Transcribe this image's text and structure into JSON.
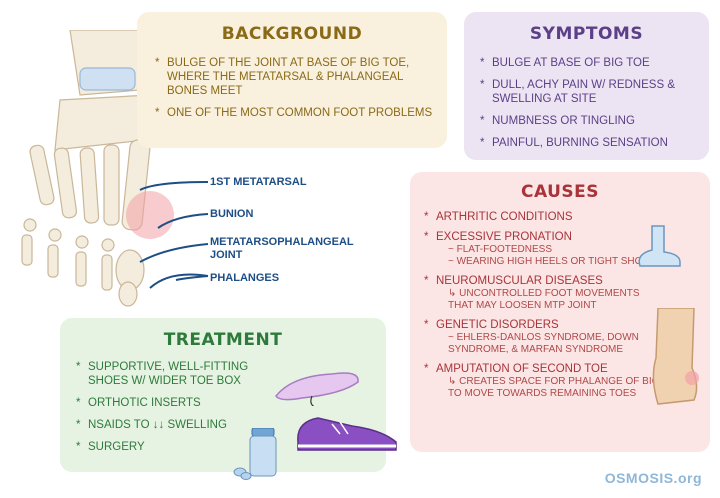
{
  "background": {
    "title": "BACKGROUND",
    "items": [
      "BULGE of the JOINT at BASE of BIG TOE, WHERE the METATARSAL & PHALANGEAL BONES MEET",
      "ONE of the MOST COMMON FOOT PROBLEMS"
    ]
  },
  "symptoms": {
    "title": "SYMPTOMS",
    "items": [
      "BULGE at BASE of BIG TOE",
      "DULL, ACHY PAIN w/ REDNESS & SWELLING at SITE",
      "NUMBNESS or TINGLING",
      "PAINFUL, BURNING SENSATION"
    ]
  },
  "causes": {
    "title": "CAUSES",
    "items": [
      {
        "label": "ARTHRITIC CONDITIONS",
        "sub": []
      },
      {
        "label": "EXCESSIVE PRONATION",
        "sub": [
          "~ FLAT-FOOTEDNESS",
          "~ WEARING HIGH HEELS or TIGHT SHOES"
        ]
      },
      {
        "label": "NEUROMUSCULAR DISEASES",
        "sub": [
          "↳ UNCONTROLLED FOOT MOVEMENTS that MAY LOOSEN MTP JOINT"
        ]
      },
      {
        "label": "GENETIC DISORDERS",
        "sub": [
          "~ EHLERS-DANLOS SYNDROME, DOWN SYNDROME, & MARFAN SYNDROME"
        ]
      },
      {
        "label": "AMPUTATION of SECOND TOE",
        "sub": [
          "↳ CREATES SPACE for PHALANGE of BIG TOE to MOVE TOWARDS REMAINING TOES"
        ]
      }
    ]
  },
  "treatment": {
    "title": "TREATMENT",
    "items": [
      "SUPPORTIVE, WELL-FITTING SHOES w/ WIDER TOE BOX",
      "ORTHOTIC INSERTS",
      "NSAIDs to ↓↓ SWELLING",
      "SURGERY"
    ]
  },
  "foot_labels": {
    "metatarsal": "1st METATARSAL",
    "bunion": "BUNION",
    "mtp_joint": "METATARSOPHALANGEAL JOINT",
    "phalanges": "PHALANGES"
  },
  "logo": "OSMOSIS.org",
  "star": "*",
  "colors": {
    "background_panel": "#f9f1de",
    "symptoms_panel": "#ece4f3",
    "causes_panel": "#fbe6e5",
    "treatment_panel": "#e6f3e2",
    "label_blue": "#1d4e85",
    "shoe_purple": "#8a4fc2"
  },
  "icons": [
    "foot-bones-illustration",
    "flat-foot-icon",
    "bunion-foot-icon",
    "insole-icon",
    "sneaker-icon",
    "pill-bottle-icon"
  ]
}
